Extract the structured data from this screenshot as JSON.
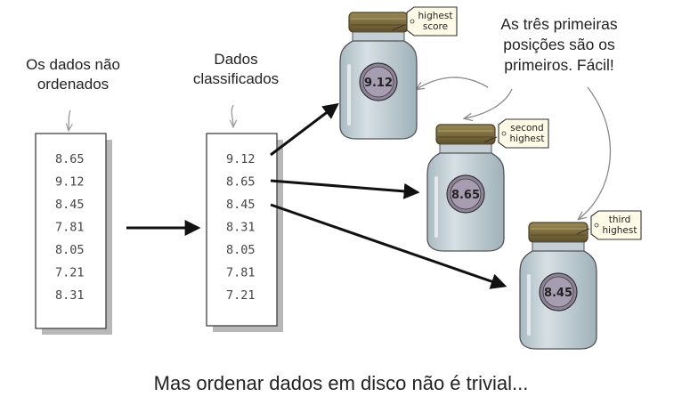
{
  "labels": {
    "unsorted": [
      "Os dados não",
      "ordenados"
    ],
    "sorted": [
      "Dados",
      "classificados"
    ],
    "note": [
      "As três primeiras",
      "posições são os",
      "primeiros. Fácil!"
    ]
  },
  "unsorted_values": [
    "8.65",
    "9.12",
    "8.45",
    "7.81",
    "8.05",
    "7.21",
    "8.31"
  ],
  "sorted_values": [
    "9.12",
    "8.65",
    "8.45",
    "8.31",
    "8.05",
    "7.81",
    "7.21"
  ],
  "jars": [
    {
      "value": "9.12",
      "tag": [
        "highest",
        "score"
      ]
    },
    {
      "value": "8.65",
      "tag": [
        "second",
        "highest"
      ]
    },
    {
      "value": "8.45",
      "tag": [
        "third",
        "highest"
      ]
    }
  ],
  "caption": "Mas ordenar dados em disco não é trivial...",
  "colors": {
    "jar_glass": "#b9c7cd",
    "jar_lid": "#7b6a3c",
    "tag": "#fffbe6",
    "arrow": "#111111"
  }
}
